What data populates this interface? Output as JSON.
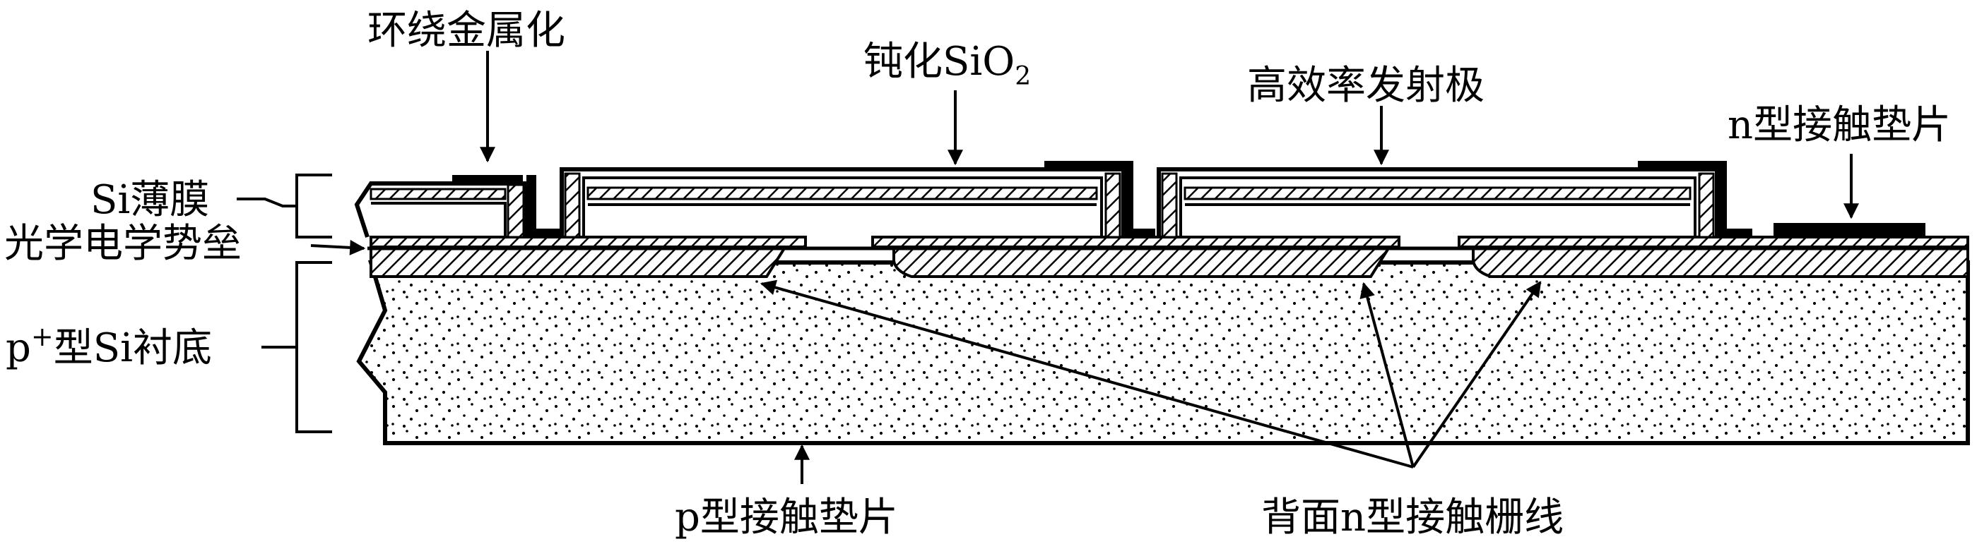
{
  "labels": {
    "wrap_metal": "环绕金属化",
    "passivation_prefix": "钝化SiO",
    "passivation_sub": "2",
    "emitter": "高效率发射极",
    "n_pad": "n型接触垫片",
    "si_film": "Si薄膜",
    "barrier": "光学电学势垒",
    "substrate_p": "p",
    "substrate_sup": "+",
    "substrate_rest": "型Si衬底",
    "p_pad": "p型接触垫片",
    "back_grid": "背面n型接触栅线"
  },
  "colors": {
    "ink": "#000000",
    "background": "#ffffff"
  }
}
